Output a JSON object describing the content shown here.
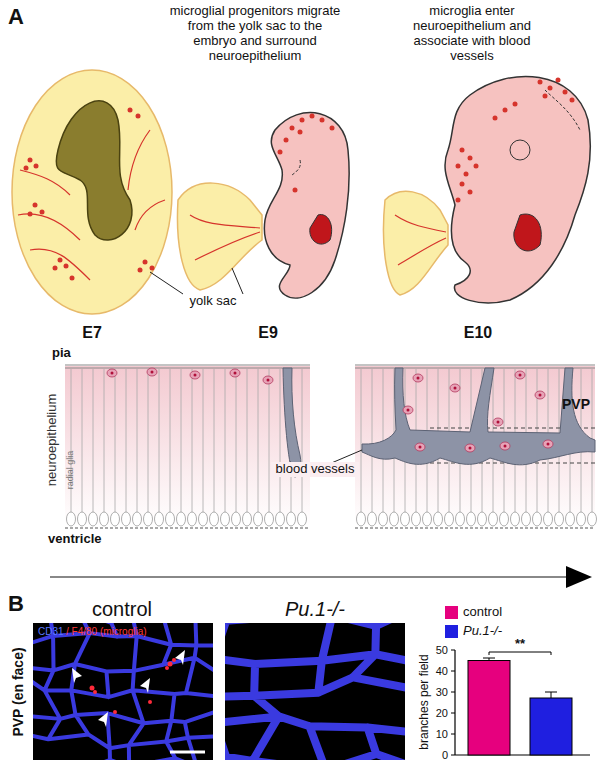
{
  "diagram": {
    "labels": [
      "A",
      "microglial progenitors migrate from the yolk sac to the embryo and surround neuroepithelium",
      "microglia enter neuroepithelium and associate with blood vessels",
      "yolk sac",
      "E7",
      "E9",
      "E10",
      "pia",
      "neuroepithelium",
      "radial glia",
      "ventricle",
      "blood vessels",
      "PVP",
      "B",
      "control",
      "Pu.1-/-",
      "PVP (en face)",
      "CD31",
      "/ F4/80 (microglia)",
      "branches per field",
      "50",
      "40",
      "30",
      "20",
      "10",
      "0",
      "**"
    ],
    "legend": [
      {
        "text": "control",
        "color": "#e6007e"
      },
      {
        "text": "Pu.1-/-",
        "color": "#1f1fe0"
      }
    ]
  }
}
